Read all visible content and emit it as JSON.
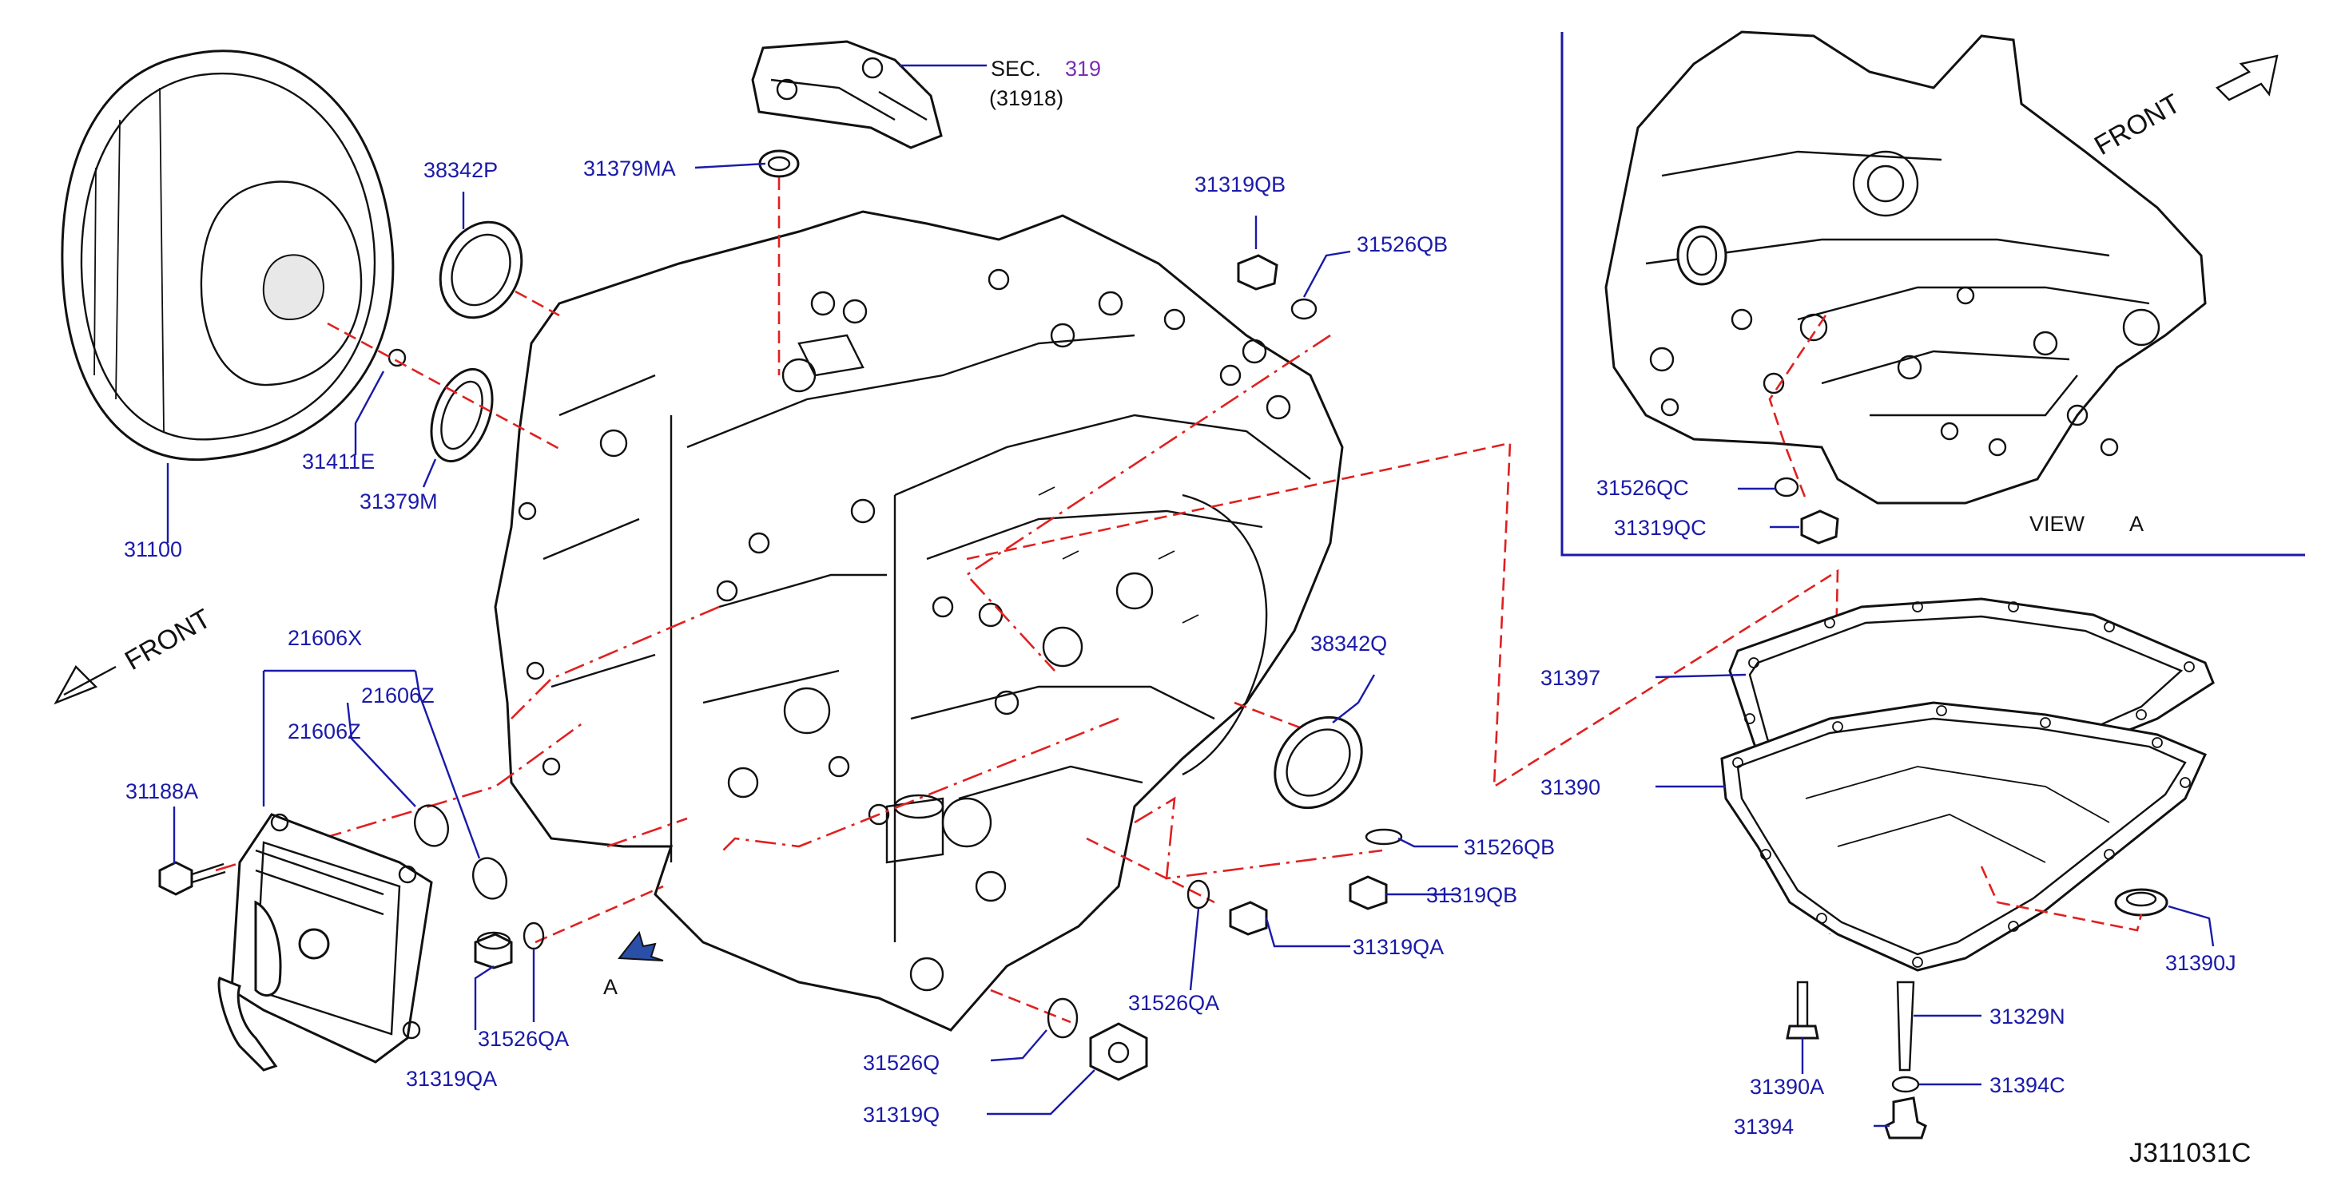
{
  "labels": {
    "p31100": "31100",
    "p38342P": "38342P",
    "p31411E": "31411E",
    "p31379M": "31379M",
    "p31379MA": "31379MA",
    "sec_prefix": "SEC.",
    "sec_num": "319",
    "sec_sub": "(31918)",
    "p31319QB_top": "31319QB",
    "p31526QB_top": "31526QB",
    "p21606X": "21606X",
    "p21606Z_a": "21606Z",
    "p21606Z_b": "21606Z",
    "p31188A": "31188A",
    "p31319QA_left": "31319QA",
    "p31526QA_left": "31526QA",
    "p38342Q": "38342Q",
    "p31526QB_right": "31526QB",
    "p31319QB_right": "31319QB",
    "p31319QA_mid": "31319QA",
    "p31526QA_mid": "31526QA",
    "p31526Q": "31526Q",
    "p31319Q": "31319Q",
    "p31397": "31397",
    "p31390": "31390",
    "p31390J": "31390J",
    "p31390A": "31390A",
    "p31329N": "31329N",
    "p31394C": "31394C",
    "p31394": "31394",
    "p31526QC": "31526QC",
    "p31319QC": "31319QC",
    "view_label": "VIEW",
    "view_letter": "A",
    "arrow_A": "A",
    "front_left": "FRONT",
    "front_right": "FRONT",
    "drawing_code": "J311031C"
  },
  "colors": {
    "label_blue": "#1a1aaa",
    "section_purple": "#7a2fb5",
    "leader_red": "#e02020",
    "line_black": "#111111",
    "arrow_blue": "#2a4fa8"
  }
}
